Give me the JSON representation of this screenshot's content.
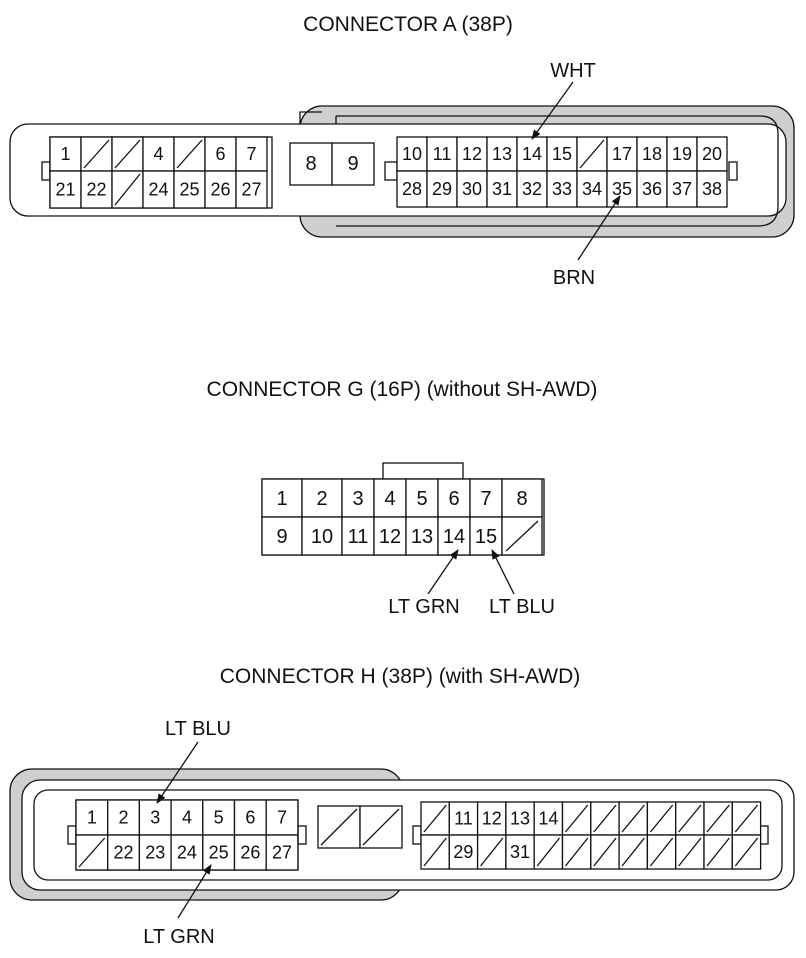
{
  "connector_a": {
    "title": "CONNECTOR A (38P)",
    "top_left": [
      "1",
      "",
      "",
      "4",
      "",
      "6",
      "7"
    ],
    "bottom_left": [
      "21",
      "22",
      "",
      "24",
      "25",
      "26",
      "27"
    ],
    "middle": [
      "8",
      "9"
    ],
    "top_right": [
      "10",
      "11",
      "12",
      "13",
      "14",
      "15",
      "",
      "17",
      "18",
      "19",
      "20"
    ],
    "bottom_right": [
      "28",
      "29",
      "30",
      "31",
      "32",
      "33",
      "34",
      "35",
      "36",
      "37",
      "38"
    ],
    "wire_top": "WHT",
    "wire_bottom": "BRN"
  },
  "connector_g": {
    "title": "CONNECTOR G (16P) (without SH-AWD)",
    "top_row": [
      "1",
      "2",
      "3",
      "4",
      "5",
      "6",
      "7",
      "8"
    ],
    "bottom_row": [
      "9",
      "10",
      "11",
      "12",
      "13",
      "14",
      "15",
      ""
    ],
    "wire_left": "LT GRN",
    "wire_right": "LT BLU"
  },
  "connector_h": {
    "title": "CONNECTOR H (38P) (with SH-AWD)",
    "top_left": [
      "1",
      "2",
      "3",
      "4",
      "5",
      "6",
      "7"
    ],
    "bottom_left": [
      "",
      "22",
      "23",
      "24",
      "25",
      "26",
      "27"
    ],
    "top_right": [
      "",
      "11",
      "12",
      "13",
      "14",
      "",
      "",
      "",
      "",
      "",
      "",
      ""
    ],
    "bottom_right": [
      "",
      "29",
      "",
      "31",
      "",
      "",
      "",
      "",
      "",
      "",
      "",
      ""
    ],
    "wire_top": "LT BLU",
    "wire_bottom": "LT GRN"
  }
}
